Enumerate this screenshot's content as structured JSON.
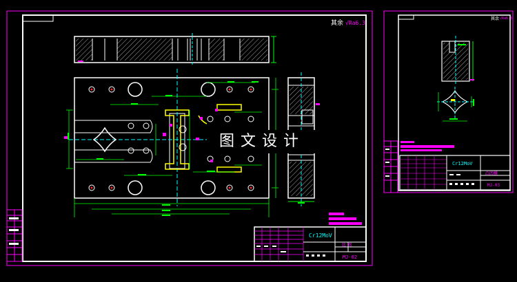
{
  "colors": {
    "background": "#000000",
    "frame": "#ffffff",
    "dimension": "#00ff00",
    "highlight": "#ff00ff",
    "part": "#ffff00",
    "hatch": "#ffffff",
    "text": "#00ffff"
  },
  "watermark": "图文设计",
  "sheet_left": {
    "roughness_note": "其余",
    "roughness_value": "√Ra6.3",
    "material": "Cr12MoV",
    "scale": "比 例",
    "drawing_number": "MJ-02"
  },
  "sheet_right": {
    "roughness_note": "其余",
    "roughness_value": "√Ra6.3",
    "material": "Cr12MoV",
    "part_name": "凸凹模",
    "drawing_number": "MJ-03"
  }
}
